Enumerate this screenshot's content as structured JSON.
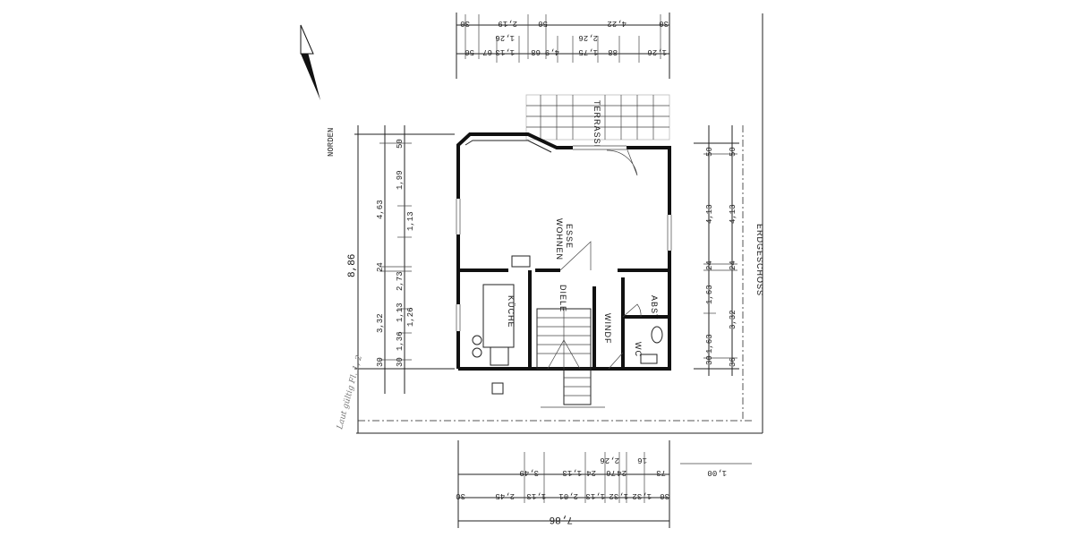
{
  "rooms": {
    "terrasse": "TERRASSE",
    "wohnen": "WOHNEN",
    "esse": "ESSE",
    "kueche": "KÜCHE",
    "diele": "DIELE",
    "windf": "WINDF",
    "abst": "ABST",
    "wc": "WC"
  },
  "labels": {
    "norden": "NORDEN",
    "erdgeschoss": "ERDGESCHOSS",
    "total_height": "8,86",
    "total_width": "7,86",
    "handwriting": "Laut gültig Fl. 1, 2"
  },
  "dims": {
    "top_outer": [
      "30",
      "2,19",
      "50",
      "4,22",
      "30"
    ],
    "top_inner": [
      "50",
      "67",
      "1,26",
      "1,13",
      "68",
      "50",
      "4,9",
      "1,75",
      "2,26",
      "88",
      "1,26"
    ],
    "left_outer": [
      "8,86"
    ],
    "left_mid": [
      "30",
      "3,32",
      "24",
      "4,63"
    ],
    "left_inner": [
      "30",
      "1,36",
      "1,26",
      "1,13",
      "2,73",
      "24",
      "1,13",
      "1,99",
      "50"
    ],
    "right_outer": [
      "30",
      "50",
      "4,13",
      "24",
      "1,63",
      "1,63",
      "3,32",
      "30"
    ],
    "right_inner": [
      "36",
      "30",
      "50",
      "4,13",
      "24"
    ],
    "bottom_inner_a": [
      "16",
      "2,26",
      "76",
      "3,49",
      "1,13",
      "24",
      "76",
      "24",
      "73"
    ],
    "bottom_inner_b": [
      "30",
      "2,45",
      "1,13",
      "2,01",
      "1,13",
      "1,32",
      "1,32",
      "30"
    ],
    "bottom_outer": [
      "7,86"
    ],
    "right_extra": "1,00"
  }
}
